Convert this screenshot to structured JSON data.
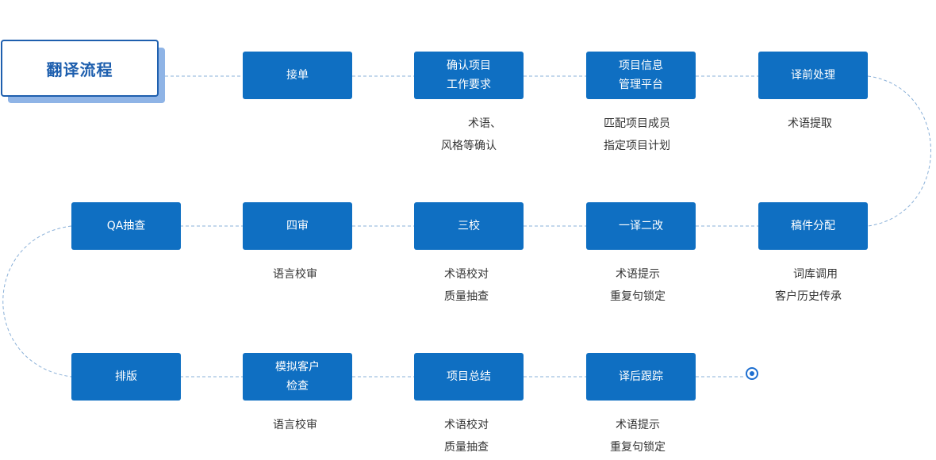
{
  "title": "翻译流程",
  "steps": [
    {
      "lines": [
        "接单"
      ]
    },
    {
      "lines": [
        "确认项目",
        "工作要求"
      ]
    },
    {
      "lines": [
        "项目信息",
        "管理平台"
      ]
    },
    {
      "lines": [
        "译前处理"
      ]
    },
    {
      "lines": [
        "稿件分配"
      ]
    },
    {
      "lines": [
        "一译二改"
      ]
    },
    {
      "lines": [
        "三校"
      ]
    },
    {
      "lines": [
        "四审"
      ]
    },
    {
      "lines": [
        "QA抽查"
      ]
    },
    {
      "lines": [
        "排版"
      ]
    },
    {
      "lines": [
        "模拟客户",
        "检查"
      ]
    },
    {
      "lines": [
        "项目总结"
      ]
    },
    {
      "lines": [
        "译后跟踪"
      ]
    }
  ],
  "notes": [
    {
      "lines": [
        "术语、",
        "风格等确认"
      ]
    },
    {
      "lines": [
        "匹配项目成员",
        "指定项目计划"
      ]
    },
    {
      "lines": [
        "术语提取"
      ]
    },
    {
      "lines": [
        "词库调用",
        "客户历史传承"
      ]
    },
    {
      "lines": [
        "术语提示",
        "重复句锁定"
      ]
    },
    {
      "lines": [
        "术语校对",
        "质量抽查"
      ]
    },
    {
      "lines": [
        "语言校审"
      ]
    },
    {
      "lines": [
        "语言校审"
      ]
    },
    {
      "lines": [
        "术语校对",
        "质量抽查"
      ]
    },
    {
      "lines": [
        "术语提示",
        "重复句锁定"
      ]
    }
  ],
  "colors": {
    "accent": "#0f6fc2",
    "title_border": "#1e5fae",
    "title_shadow": "#8fb4e6",
    "connector": "#8ab0d8"
  }
}
